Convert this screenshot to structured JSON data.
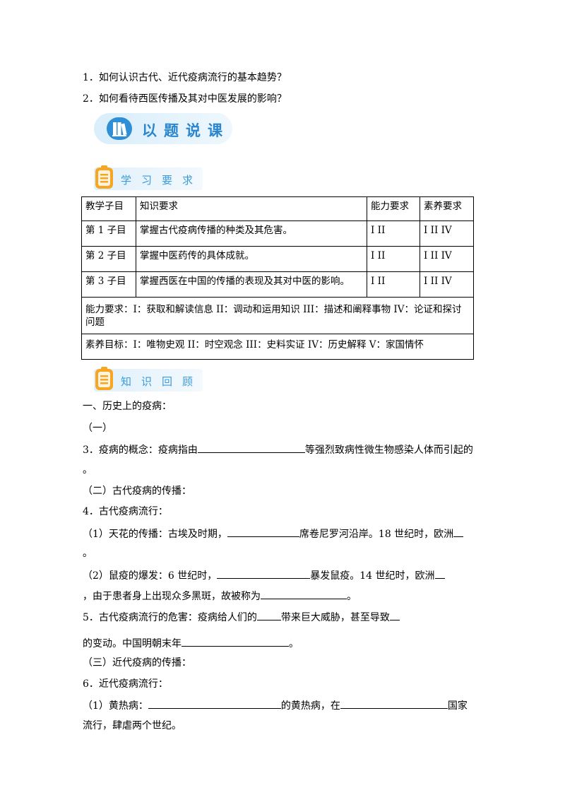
{
  "questions": [
    "1．如何认识古代、近代疫病流行的基本趋势？",
    "2．如何看待西医传播及其对中医发展的影响？"
  ],
  "banners": {
    "main": "以题说课",
    "study": "学习要求",
    "review": "知识回顾"
  },
  "table": {
    "headers": [
      "教学子目",
      "知识要求",
      "能力要求",
      "素养要求"
    ],
    "rows": [
      [
        "第 1 子目",
        "掌握古代疫病传播的种类及其危害。",
        "I II",
        "I II IV"
      ],
      [
        "第 2 子目",
        "掌握中医药传的具体成就。",
        "I II",
        "I II IV"
      ],
      [
        "第 3 子目",
        "掌握西医在中国的传播的表现及其对中医的影响。",
        "I II",
        "I II IV"
      ]
    ],
    "ability_note": "能力要求：I：获取和解读信息 II：调动和运用知识 III：描述和阐释事物 IV：论证和探讨问题",
    "literacy_note": "素养目标：I：唯物史观 II：时空观念 III：史料实证 IV：历史解释 V：家国情怀"
  },
  "content": {
    "sec1": "一、历史上的疫病：",
    "sub1": "（一）",
    "q3_a": "3．疫病的概念：疫病指由",
    "q3_b": "等强烈致病性微生物感染人体而引起的",
    "q3_c": "。",
    "sub2": "（二）古代疫病的传播：",
    "q4": "4．古代疫病流行：",
    "q4_1a": "（1）天花的传播：古埃及时期，",
    "q4_1b": "席卷尼罗河沿岸。18 世纪时，欧洲",
    "q4_1c": "。",
    "q4_2a": "（2）鼠疫的爆发：6 世纪时，",
    "q4_2b": "暴发鼠疫。14 世纪时，欧洲",
    "q4_2c": "，由于患者身上出现众多黑斑，故被称为",
    "q4_2d": "。",
    "q5_a": "5．古代疫病流行的危害：疫病给人们的",
    "q5_b": "带来巨大威胁，甚至导致",
    "q5_c": "的变动。中国明朝末年",
    "q5_d": "。",
    "sub3": "（三）近代疫病的传播：",
    "q6": "6．近代疫病流行：",
    "q6_1a": "（1）黄热病：",
    "q6_1b": "的黄热病，在",
    "q6_1c": "国家",
    "q6_1d": "流行，肆虐两个世纪。"
  }
}
